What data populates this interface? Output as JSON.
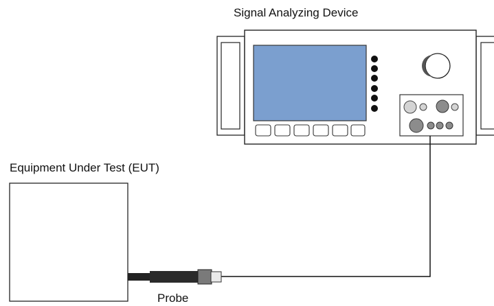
{
  "labels": {
    "device": "Signal Analyzing Device",
    "eut": "Equipment Under Test (EUT)",
    "probe": "Probe"
  },
  "colors": {
    "screen": "#7b9fcf",
    "panel_button": "#ffffff",
    "indicator": "#111111",
    "knob_light": "#d4d4d4",
    "knob_dark": "#8c8c8c",
    "cable": "#111111",
    "probe_body": "#2b2b2b",
    "outline": "#222222"
  },
  "icons": {
    "main_knob": "dial-knob-icon",
    "indicators": "status-dot-icon",
    "connectors": "port-connector-icon"
  }
}
